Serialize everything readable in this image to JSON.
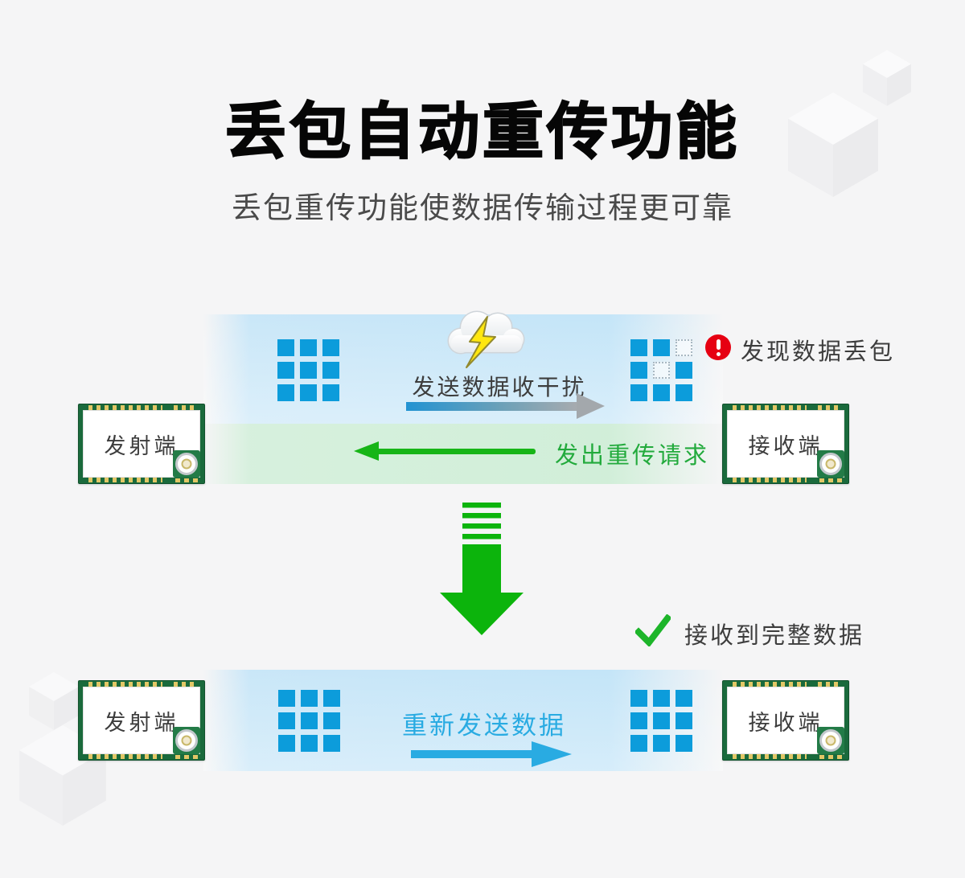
{
  "header": {
    "title": "丢包自动重传功能",
    "subtitle": "丢包重传功能使数据传输过程更可靠"
  },
  "modules": {
    "transmitter_label": "发射端",
    "receiver_label": "接收端"
  },
  "flow_top": {
    "interference_label": "发送数据收干扰",
    "loss_detected_label": "发现数据丢包",
    "retransmit_request_label": "发出重传请求"
  },
  "flow_bottom": {
    "resend_label": "重新发送数据",
    "complete_label": "接收到完整数据"
  },
  "packets": {
    "sent": [
      [
        1,
        1,
        1
      ],
      [
        1,
        1,
        1
      ],
      [
        1,
        1,
        1
      ]
    ],
    "received_with_loss": [
      [
        1,
        1,
        0
      ],
      [
        1,
        0,
        1
      ],
      [
        1,
        1,
        1
      ]
    ],
    "resent": [
      [
        1,
        1,
        1
      ],
      [
        1,
        1,
        1
      ],
      [
        1,
        1,
        1
      ]
    ],
    "received_complete": [
      [
        1,
        1,
        1
      ],
      [
        1,
        1,
        1
      ],
      [
        1,
        1,
        1
      ]
    ]
  },
  "icons": {
    "interference": "storm-cloud-lightning-icon",
    "alert": "exclamation-circle-icon",
    "success": "checkmark-icon",
    "flow": "big-down-arrow-icon",
    "module_connector": "antenna-connector-icon"
  },
  "colors": {
    "background": "#f5f5f6",
    "packet_blue": "#0c9cdb",
    "band_blue": "#c7e6f8",
    "band_green": "#d5f0dc",
    "arrow_green": "#17b517",
    "text_green": "#22aa3c",
    "text_blue": "#29abe2",
    "alert_red": "#e60012",
    "module_green": "#1a6a3c",
    "lightning_yellow": "#ffe70f"
  }
}
